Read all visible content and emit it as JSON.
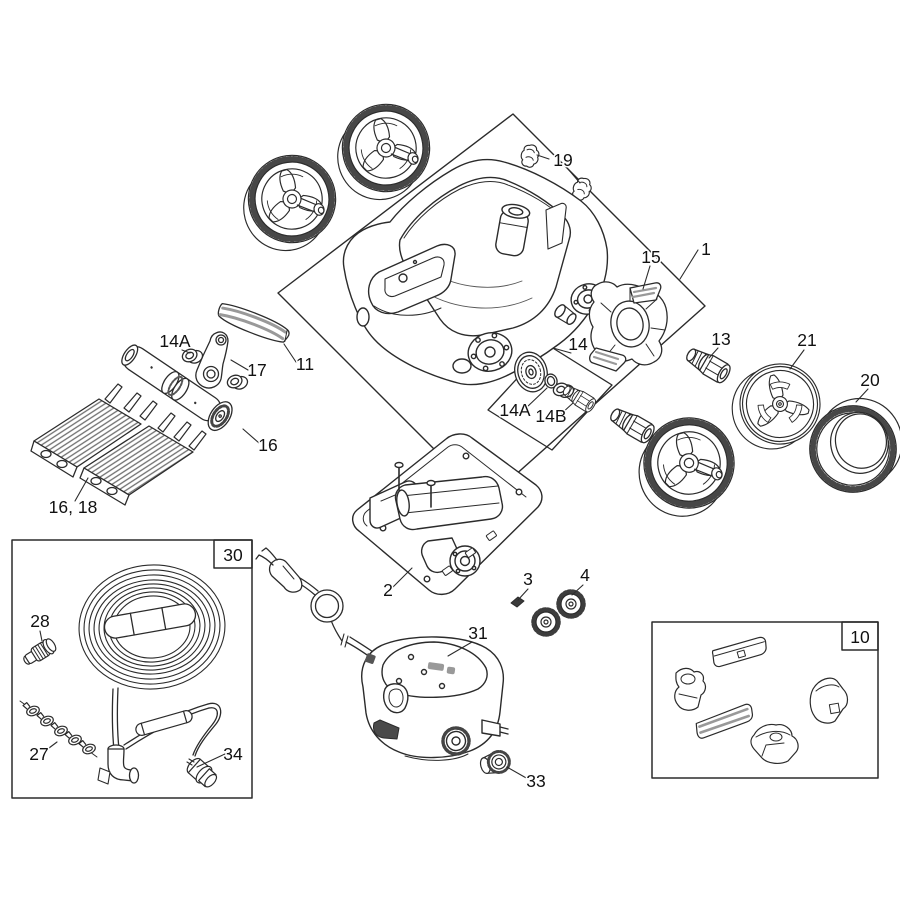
{
  "diagram_type": "exploded-parts-diagram",
  "colors": {
    "line": "#2b2b2b",
    "shade": "#999999",
    "dark": "#4a4a4a",
    "background": "#ffffff"
  },
  "labels": [
    {
      "text": "19"
    },
    {
      "text": "1"
    },
    {
      "text": "15"
    },
    {
      "text": "13"
    },
    {
      "text": "21"
    },
    {
      "text": "20"
    },
    {
      "text": "14"
    },
    {
      "text": "14A"
    },
    {
      "text": "17"
    },
    {
      "text": "11"
    },
    {
      "text": "14A"
    },
    {
      "text": "14B"
    },
    {
      "text": "16"
    },
    {
      "text": "16, 18"
    },
    {
      "text": "2"
    },
    {
      "text": "3"
    },
    {
      "text": "4"
    },
    {
      "text": "31"
    },
    {
      "text": "33"
    },
    {
      "text": "30"
    },
    {
      "text": "28"
    },
    {
      "text": "27"
    },
    {
      "text": "34"
    },
    {
      "text": "10"
    }
  ]
}
